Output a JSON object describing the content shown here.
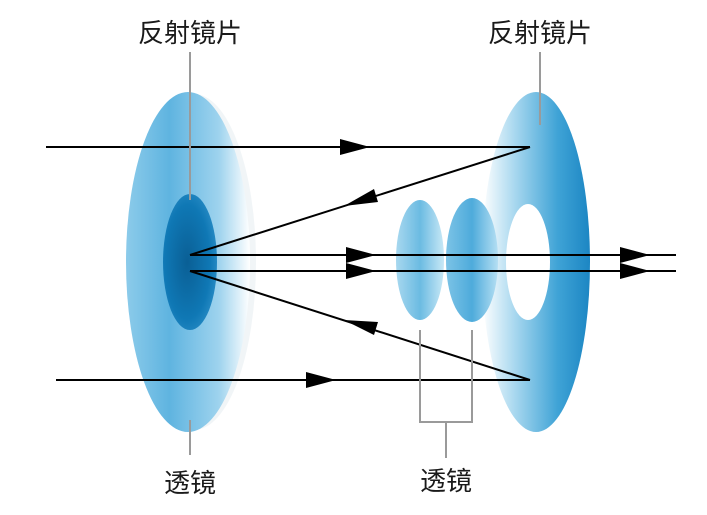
{
  "labels": {
    "left_mirror": "反射镜片",
    "right_mirror": "反射镜片",
    "left_lens": "透镜",
    "middle_lenses": "透镜"
  },
  "colors": {
    "lens_dark": "#0f6fa8",
    "lens_mid": "#3d9fd3",
    "lens_light": "#bfe3f4",
    "ray": "#000000",
    "leader": "#9a9a9a"
  }
}
